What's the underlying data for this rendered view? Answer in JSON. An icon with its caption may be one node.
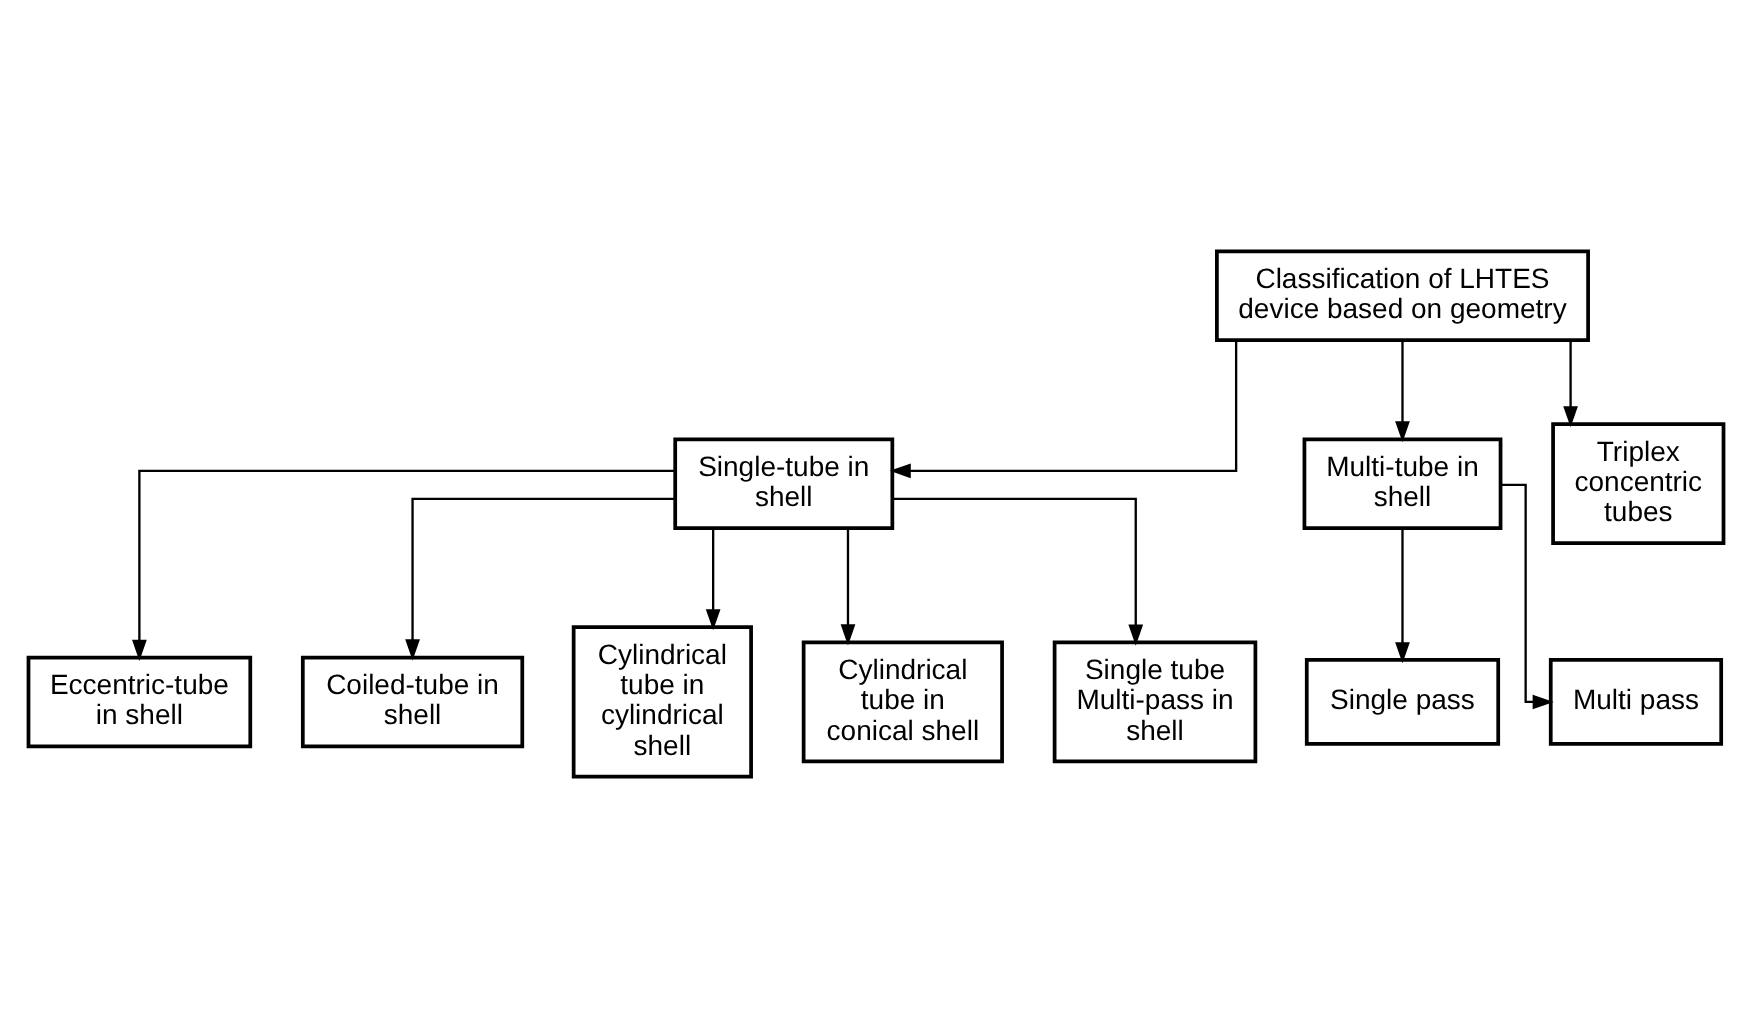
{
  "diagram": {
    "nodes": [
      {
        "text": [
          "Classification of LHTES device based on geometry"
        ]
      },
      {
        "text": [
          "Single-tube in shell"
        ]
      },
      {
        "text": [
          "Multi-tube in shell"
        ]
      },
      {
        "text": [
          "Triplex concentric tubes"
        ]
      },
      {
        "text": [
          "Eccentric-tube in shell"
        ]
      },
      {
        "text": [
          "Coiled-tube in shell"
        ]
      },
      {
        "text": [
          "Cylindrical tube in cylindrical shell"
        ]
      },
      {
        "text": [
          "Cylindrical tube in conical shell"
        ]
      },
      {
        "text": [
          "Single tube Multi-pass in shell"
        ]
      },
      {
        "text": [
          "Single pass"
        ]
      },
      {
        "text": [
          "Multi pass"
        ]
      }
    ],
    "edges": [
      {
        "from": 0,
        "to": 1,
        "arrow": "to"
      },
      {
        "from": 0,
        "to": 2,
        "arrow": "to"
      },
      {
        "from": 0,
        "to": 3,
        "arrow": "to"
      },
      {
        "from": 1,
        "to": 4,
        "arrow": "to"
      },
      {
        "from": 1,
        "to": 5,
        "arrow": "to"
      },
      {
        "from": 1,
        "to": 6,
        "arrow": "to"
      },
      {
        "from": 1,
        "to": 7,
        "arrow": "to"
      },
      {
        "from": 1,
        "to": 8,
        "arrow": "to"
      },
      {
        "from": 2,
        "to": 9,
        "arrow": "to"
      },
      {
        "from": 2,
        "to": 10,
        "arrow": "to"
      }
    ]
  }
}
